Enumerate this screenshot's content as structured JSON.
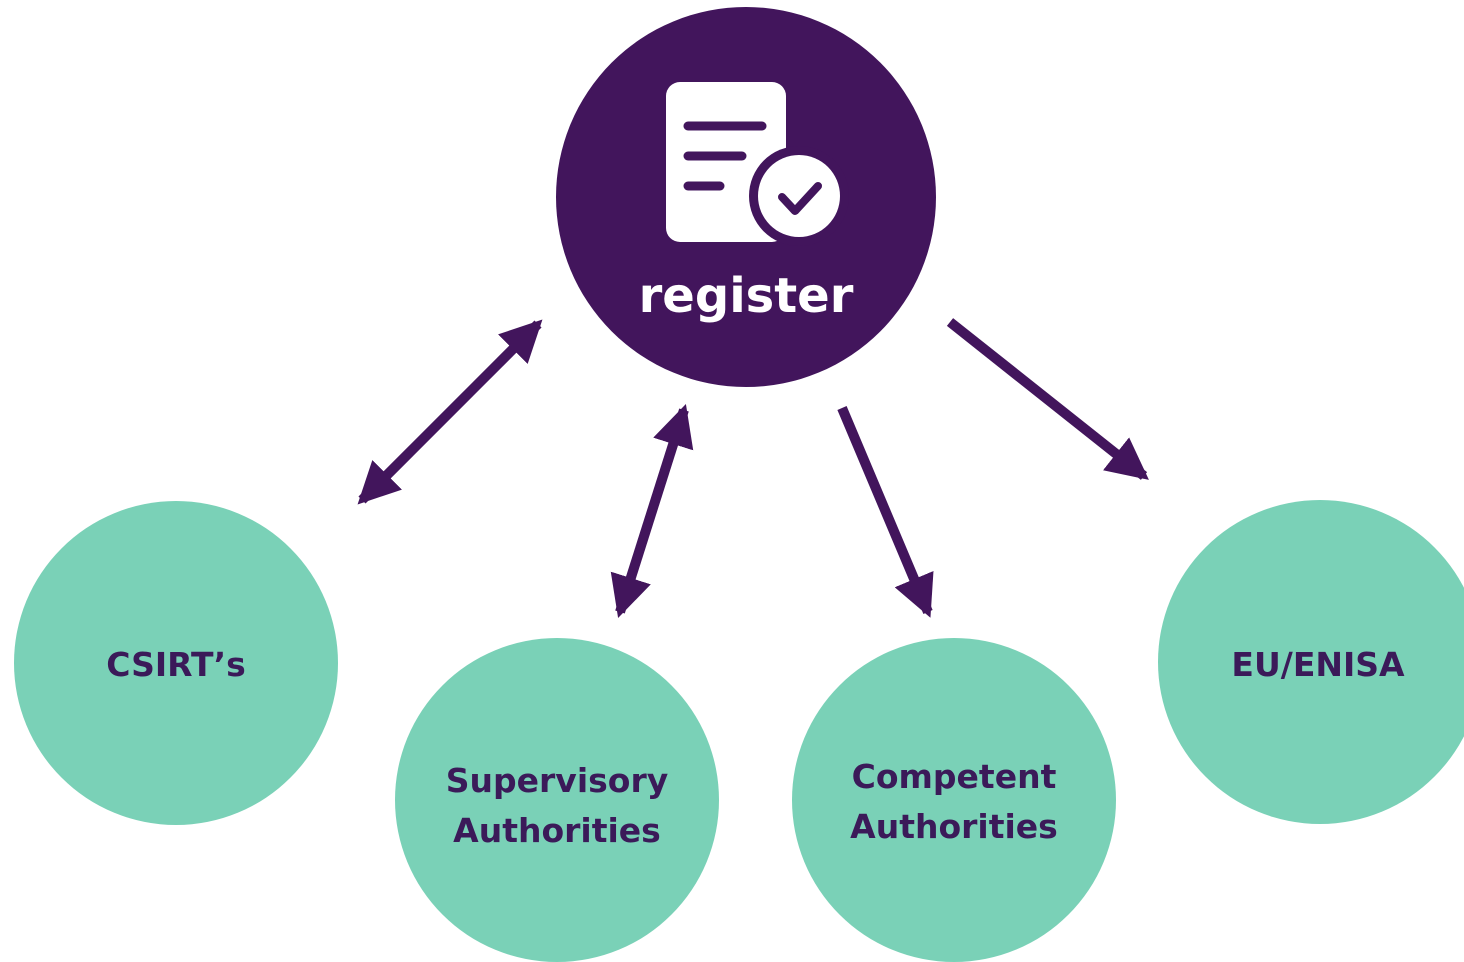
{
  "hub": {
    "label": "register",
    "icon": "document-check-icon"
  },
  "nodes": [
    {
      "id": "csirts",
      "lines": [
        "CSIRT’s"
      ]
    },
    {
      "id": "supervisory-authorities",
      "lines": [
        "Supervisory",
        "Authorities"
      ]
    },
    {
      "id": "competent-authorities",
      "lines": [
        "Competent",
        "Authorities"
      ]
    },
    {
      "id": "eu-enisa",
      "lines": [
        "EU/ENISA"
      ]
    }
  ],
  "edges": [
    {
      "from": "register",
      "to": "csirts",
      "direction": "bidirectional"
    },
    {
      "from": "register",
      "to": "supervisory-authorities",
      "direction": "bidirectional"
    },
    {
      "from": "register",
      "to": "competent-authorities",
      "direction": "to"
    },
    {
      "from": "register",
      "to": "eu-enisa",
      "direction": "to"
    }
  ],
  "colors": {
    "hub_fill": "#42155c",
    "node_fill": "#7ad1b7",
    "node_text": "#3b1a59",
    "arrow": "#42155c",
    "hub_text": "#ffffff"
  }
}
